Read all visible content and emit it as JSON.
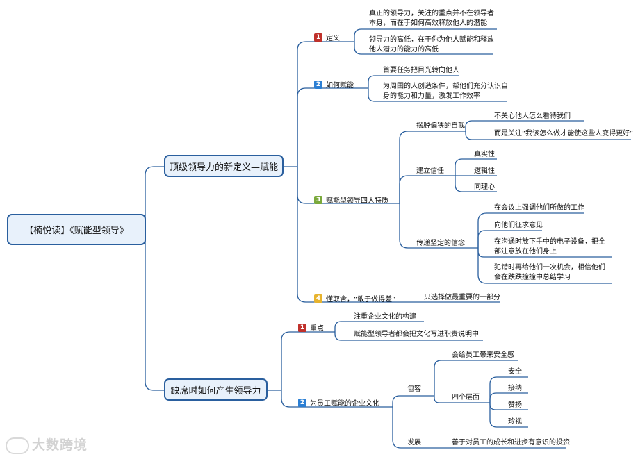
{
  "root": "【楠悦读】《赋能型领导》",
  "branch1": {
    "title": "顶级领导力的新定义—赋能",
    "s1": {
      "num": "1",
      "label": "定义",
      "items": [
        "真正的领导力，关注的重点并不在领导者本身，而在于如何高效释放他人的潜能",
        "领导力的高低，在于你为他人赋能和释放他人潜力的能力的高低"
      ]
    },
    "s2": {
      "num": "2",
      "label": "如何赋能",
      "items": [
        "首要任务把目光转向他人",
        "为周围的人创造条件，帮他们充分认识自身的能力和力量，激发工作效率"
      ]
    },
    "s3": {
      "num": "3",
      "label": "赋能型领导四大特质",
      "groups": [
        {
          "label": "摆脱偏狭的自我",
          "items": [
            "不关心他人怎么看待我们",
            "而是关注“我该怎么做才能使这些人变得更好”"
          ]
        },
        {
          "label": "建立信任",
          "items": [
            "真实性",
            "逻辑性",
            "同理心"
          ]
        },
        {
          "label": "传递坚定的信念",
          "items": [
            "在会议上强调他们所做的工作",
            "向他们征求意见",
            "在沟通时放下手中的电子设备，把全部注意放在他们身上",
            "犯错时再给他们一次机会，相信他们会在跌跌撞撞中总结学习"
          ]
        }
      ]
    },
    "s4": {
      "num": "4",
      "label": "懂取舍，“敢于做得差”",
      "items": [
        "只选择做最重要的一部分"
      ]
    }
  },
  "branch2": {
    "title": "缺席时如何产生领导力",
    "s1": {
      "num": "1",
      "label": "重点",
      "items": [
        "注重企业文化的构建",
        "赋能型领导者都会把文化写进职责说明中"
      ]
    },
    "s2": {
      "num": "2",
      "label": "为员工赋能的企业文化",
      "g1": {
        "label": "包容",
        "item": "会给员工带来安全感",
        "sub": {
          "label": "四个层面",
          "items": [
            "安全",
            "接纳",
            "赞扬",
            "珍视"
          ]
        }
      },
      "g2": {
        "label": "发展",
        "item": "善于对员工的成长和进步有意识的投资"
      }
    }
  },
  "watermark": "大数跨境",
  "colors": {
    "line": "#2a5f9e",
    "box_fill": "#e8f1fb",
    "badge1": "#c0312b",
    "badge2": "#2b7fd4",
    "badge3": "#7aa93c",
    "badge4": "#e7b32d"
  }
}
